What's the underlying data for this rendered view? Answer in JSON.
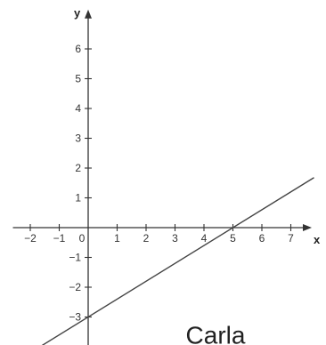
{
  "chart_data": {
    "type": "line",
    "xlabel": "x",
    "ylabel": "y",
    "xlim": [
      -2.6,
      7.6
    ],
    "ylim": [
      -3.6,
      7.2
    ],
    "x_ticks": [
      -2,
      -1,
      0,
      1,
      2,
      3,
      4,
      5,
      6,
      7
    ],
    "y_ticks": [
      -3,
      -2,
      -1,
      1,
      2,
      3,
      4,
      5,
      6
    ],
    "x_tick_labels": [
      "−2",
      "−1",
      "0",
      "1",
      "2",
      "3",
      "4",
      "5",
      "6",
      "7"
    ],
    "y_tick_labels": [
      "−3",
      "−2",
      "−1",
      "1",
      "2",
      "3",
      "4",
      "5",
      "6"
    ],
    "series": [
      {
        "x": [
          -2.1,
          7.8
        ],
        "y": [
          -4.26,
          1.68
        ]
      }
    ],
    "annotations": [
      {
        "text": "Carla",
        "x": 4.4,
        "y": -3.9
      }
    ],
    "grid": false
  },
  "colors": {
    "axis": "#333333",
    "line": "#444444"
  }
}
